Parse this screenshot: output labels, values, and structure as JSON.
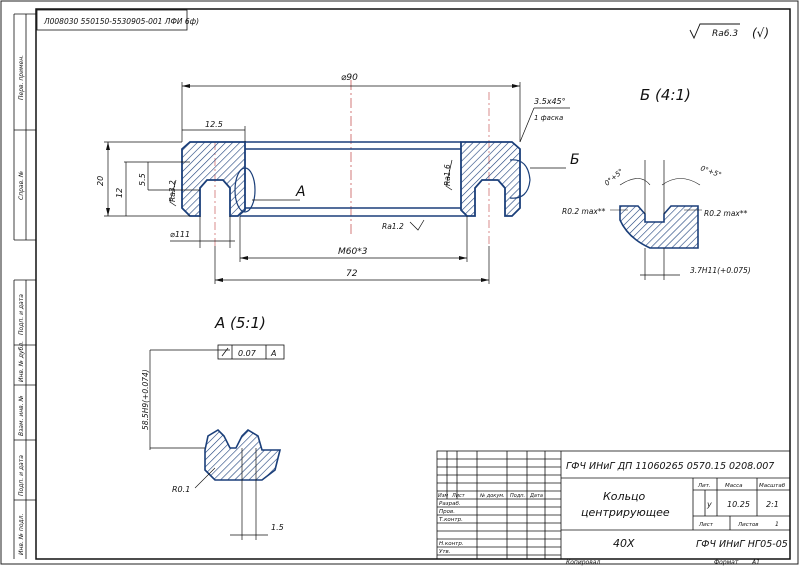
{
  "top_code": "Л008030 550150-5530905-001 ЛФИ 6ф)",
  "roughness_note": "Ra6.3",
  "roughness_paren": "(√)",
  "views": {
    "main": {
      "dim_d90": "⌀90",
      "dim_12_5": "12.5",
      "dim_20": "20",
      "dim_12": "12",
      "dim_5_5": "5.5",
      "dim_d111": "⌀111",
      "dim_m60": "M60*3",
      "dim_72": "72",
      "chamfer": "3.5x45°",
      "chamfer_note": "1 фаска",
      "ra_3_2": "Ra3.2",
      "ra_1_6": "Ra1.6",
      "ra_1_2": "Ra1.2",
      "callout_a": "А",
      "callout_b": "Б"
    },
    "detail_b": {
      "title": "Б (4:1)",
      "angle_left": "0°+5°",
      "angle_right": "0°+5°",
      "r_left": "R0.2 max**",
      "r_right": "R0.2 max**",
      "width": "3.7H11(+0.075)"
    },
    "detail_a": {
      "title": "А (5:1)",
      "tolerance_value": "0.07",
      "tolerance_datum": "А",
      "diameter": "58.5H9(+0.074)",
      "radius": "R0.1",
      "width": "1.5"
    }
  },
  "side_labels": [
    "Перв. примен.",
    "Справ. №",
    "Подп. и дата",
    "Инв. № дубл.",
    "Взам. инв. №",
    "Подп. и дата",
    "Инв. № подл."
  ],
  "title_block": {
    "doc_code": "ГФЧ ИНиГ ДП 11060265 0570.15 0208.007",
    "name_line1": "Кольцо",
    "name_line2": "центрирующее",
    "material": "40Х",
    "org": "ГФЧ ИНиГ НГ05-05",
    "col_lit": "Лит.",
    "col_mass": "Масса",
    "col_scale": "Масштаб",
    "lit_value": "у",
    "mass_value": "10.25",
    "scale_value": "2:1",
    "sheet_label": "Лист",
    "sheets_label": "Листов",
    "sheets_value": "1",
    "rev_headers": [
      "Изм",
      "Лист",
      "№ докум.",
      "Подп.",
      "Дата"
    ],
    "roles": [
      "Разраб.",
      "Пров.",
      "Т.контр.",
      "Н.контр.",
      "Утв."
    ],
    "copied": "Копировал",
    "format": "Формат",
    "format_value": "А1"
  }
}
